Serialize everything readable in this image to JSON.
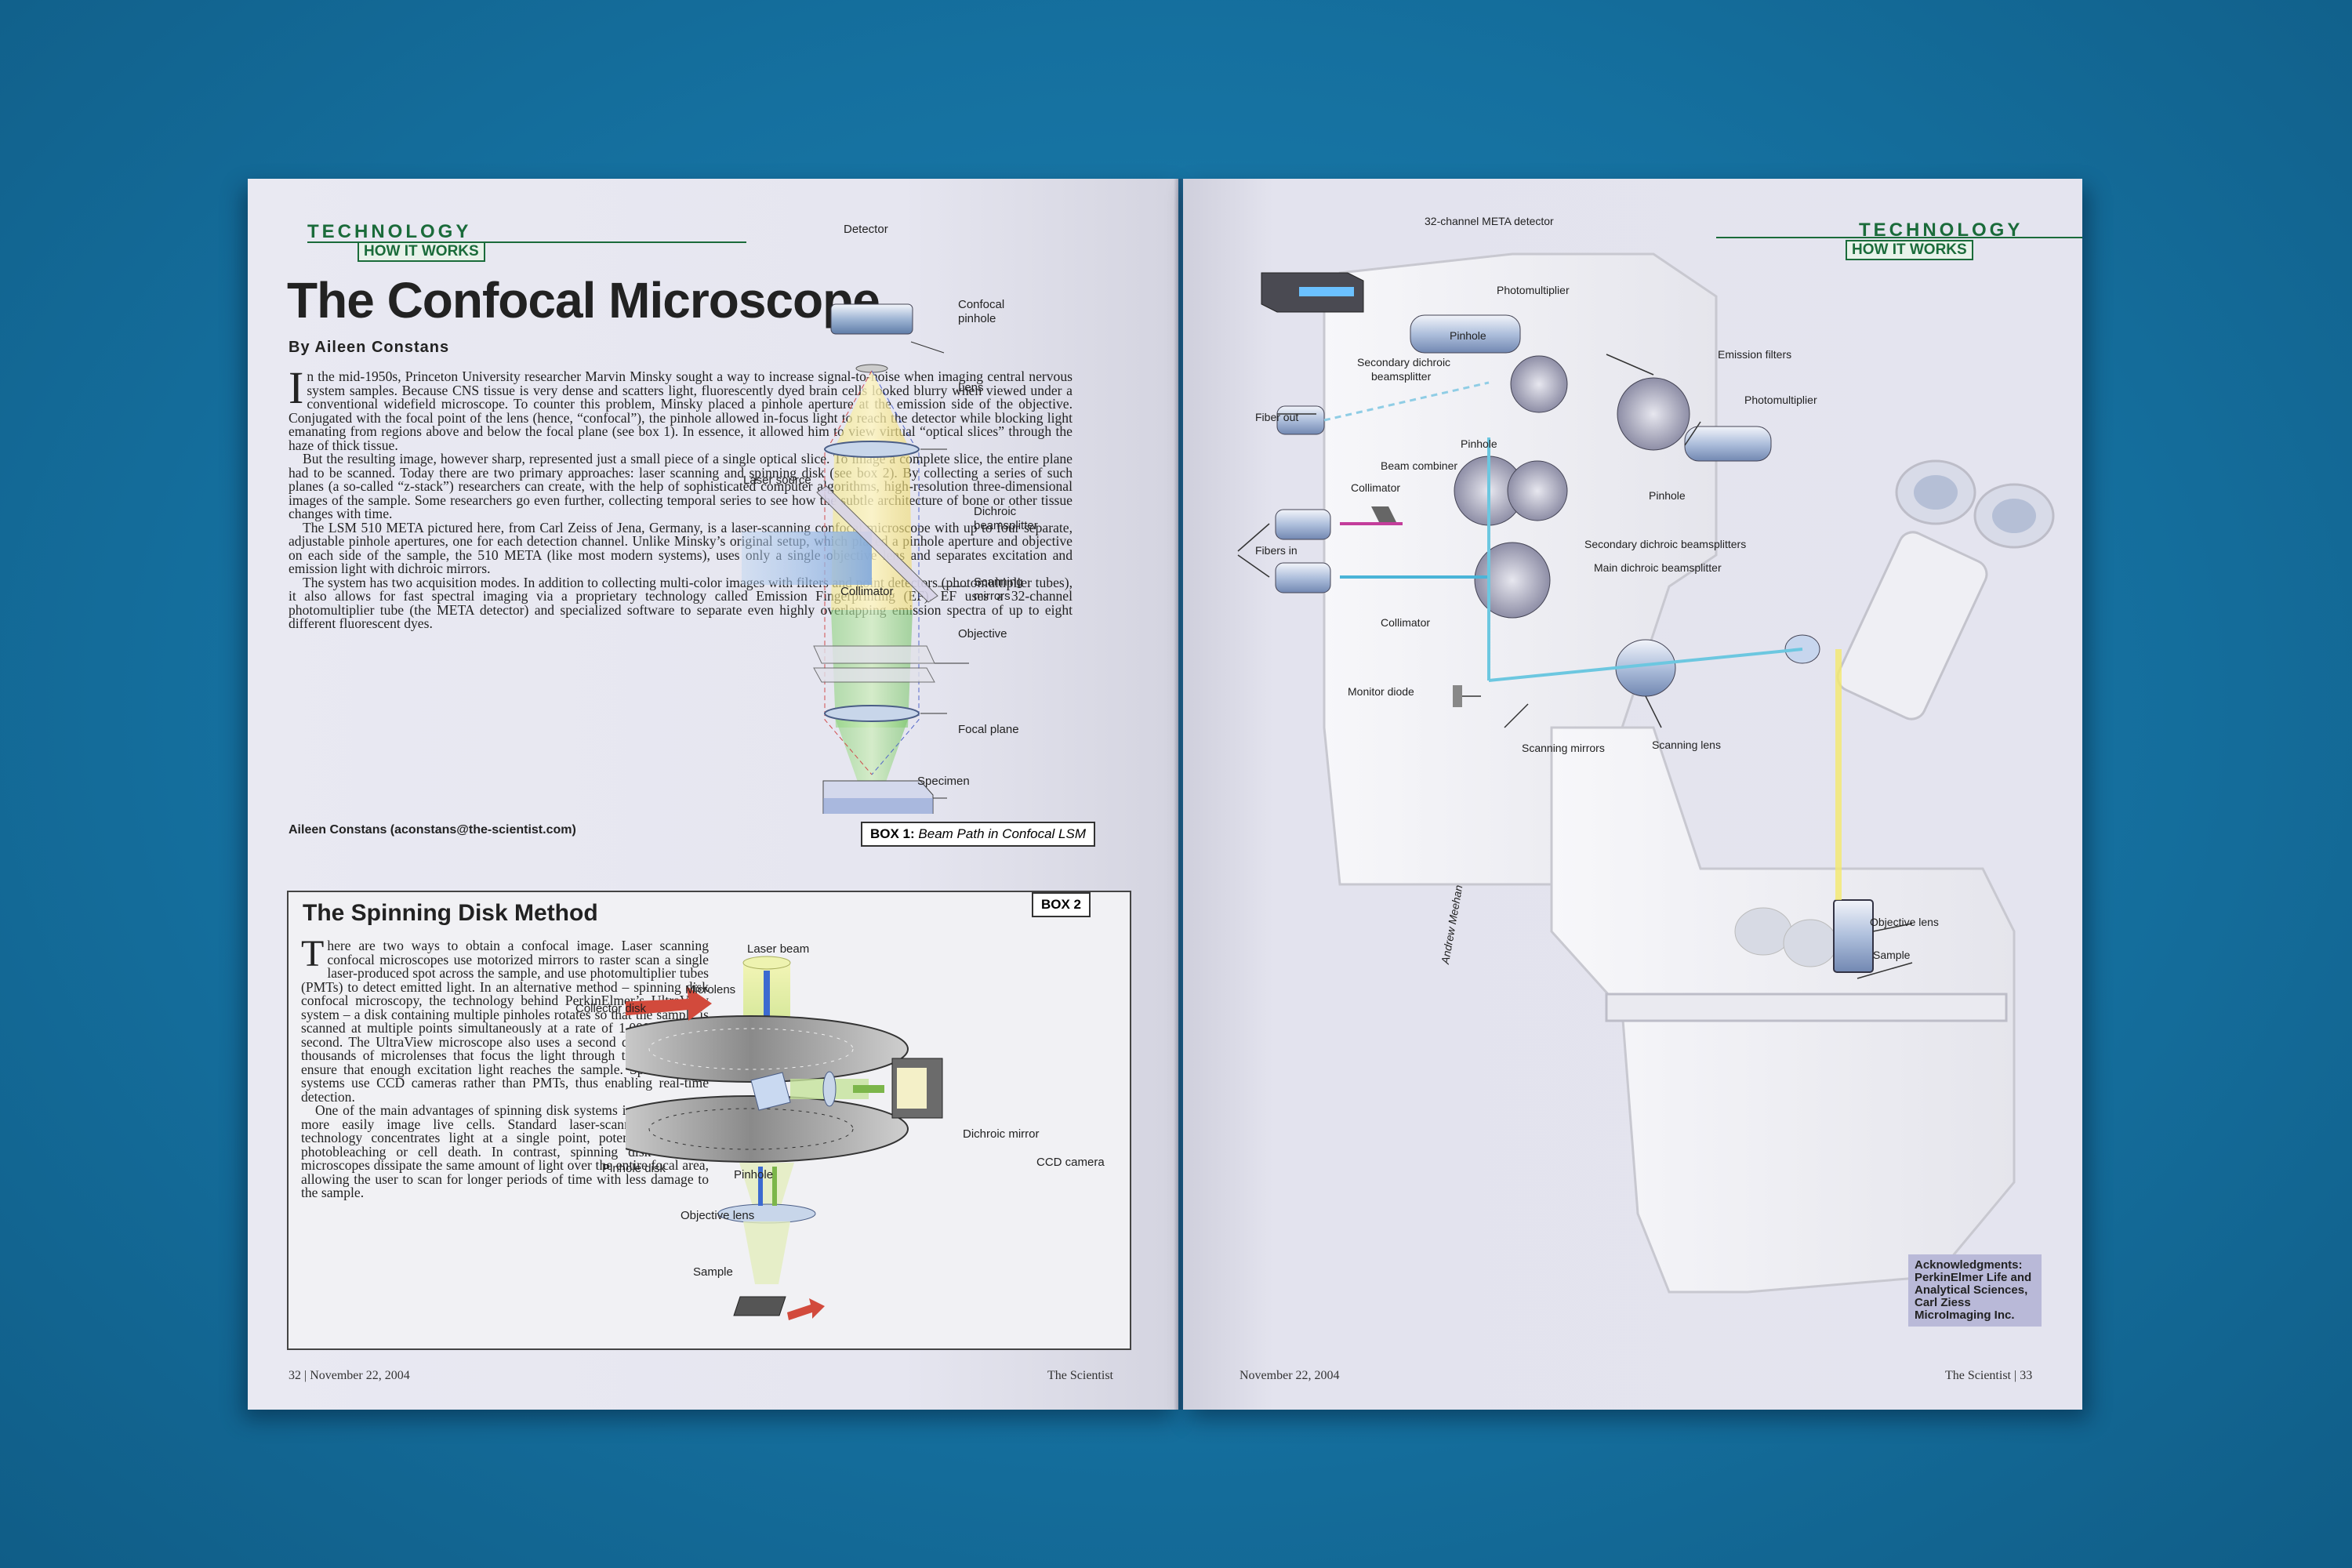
{
  "left": {
    "section": "TECHNOLOGY",
    "subsection": "HOW IT WORKS",
    "title": "The Confocal Microscope",
    "byline": "By Aileen Constans",
    "drop_cap": "I",
    "paragraphs": [
      "n the mid-1950s, Princeton University researcher Marvin Minsky sought a way to increase signal-to-noise when imaging central nervous system samples. Because CNS tissue is very dense and scatters light, fluorescently dyed brain cells looked blurry when viewed under a conventional widefield microscope. To counter this problem, Minsky placed a pinhole aperture at the emission side of the objective. Conjugated with the focal point of the lens (hence, “confocal”), the pinhole allowed in-focus light to reach the detector while blocking light emanating from regions above and below the focal plane (see box 1). In essence, it allowed him to view virtual “optical slices” through the haze of thick tissue.",
      "But the resulting image, however sharp, represented just a small piece of a single optical slice. To image a complete slice, the entire plane had to be scanned. Today there are two primary approaches: laser scanning and spinning disk (see box 2). By collecting a series of such planes (a so-called “z-stack”) researchers can create, with the help of sophisticated computer algorithms, high-resolution three-dimensional images of the sample. Some researchers go even further, collecting temporal series to see how the subtle architecture of bone or other tissue changes with time.",
      "The LSM 510 META pictured here, from Carl Zeiss of Jena, Germany, is a laser-scanning confocal microscope with up to four separate, adjustable pinhole apertures, one for each detection channel. Unlike Minsky’s original setup, which placed a pinhole aperture and objective on each side of the sample, the 510 META (like most modern systems), uses only a single objective lens and separates excitation and emission light with dichroic mirrors.",
      "The system has two acquisition modes. In addition to collecting multi-color images with filters and point detectors (photomultiplier tubes), it also allows for fast spectral imaging via a proprietary technology called Emission Fingerprinting (EF). EF uses a 32-channel photomultiplier tube (the META detector) and specialized software to separate even highly overlapping emission spectra of up to eight different fluorescent dyes."
    ],
    "signature": "Aileen Constans (aconstans@the-scientist.com)",
    "box1_label": "BOX 1:",
    "box1_title": "Beam Path in Confocal LSM",
    "fig1_labels": {
      "detector": "Detector",
      "confocal": "Confocal",
      "pinhole": "pinhole",
      "lens": "Lens",
      "laser_source": "Laser source",
      "dichroic": "Dichroic",
      "beamsplitter": "beamsplitter",
      "collimator": "Collimator",
      "scanning": "Scanning",
      "mirrors": "mirrors",
      "objective": "Objective",
      "focal_plane": "Focal plane",
      "specimen": "Specimen"
    },
    "box2": {
      "title": "The Spinning Disk Method",
      "tag": "BOX 2",
      "drop_cap": "T",
      "paragraphs": [
        "here are two ways to obtain a confocal image. Laser scanning confocal microscopes use motorized mirrors to raster scan a single laser-produced spot across the sample, and use photomultiplier tubes (PMTs) to detect emitted light. In an alternative method – spinning disk confocal microscopy, the technology behind PerkinElmer’s UltraView system – a disk containing multiple pinholes rotates so that the sample is scanned at multiple points simultaneously at a rate of 1,000 scans per second. The UltraView microscope also uses a second disk containing thousands of microlenses that focus the light through the pinholes to ensure that enough excitation light reaches the sample. Spinning disk systems use CCD cameras rather than PMTs, thus enabling real-time detection.",
        "One of the main advantages of spinning disk systems is that they can more easily image live cells. Standard laser-scanning confocal technology concentrates light at a single point, potentially causing photobleaching or cell death. In contrast, spinning disk confocal microscopes dissipate the same amount of light over the entire focal area, allowing the user to scan for longer periods of time with less damage to the sample."
      ],
      "labels": {
        "laser_beam": "Laser beam",
        "microlens": "Microlens",
        "collector_disk": "Collector disk",
        "dichroic_mirror": "Dichroic mirror",
        "ccd_camera": "CCD camera",
        "pinhole_disk": "Pinhole disk",
        "pinhole": "Pinhole",
        "objective_lens": "Objective lens",
        "sample": "Sample"
      }
    },
    "footer_left": "32  |  November 22, 2004",
    "footer_right": "The Scientist"
  },
  "right": {
    "section": "TECHNOLOGY",
    "subsection": "HOW IT WORKS",
    "labels": {
      "meta_detector": "32-channel META detector",
      "photomultiplier_1": "Photomultiplier",
      "pinhole_1": "Pinhole",
      "emission_filters": "Emission filters",
      "secondary_dichroic": "Secondary dichroic",
      "beamsplitter": "beamsplitter",
      "photomultiplier_2": "Photomultiplier",
      "fiber_out": "Fiber out",
      "pinhole_2": "Pinhole",
      "beam_combiner": "Beam combiner",
      "pinhole_3": "Pinhole",
      "collimator_1": "Collimator",
      "fibers_in": "Fibers in",
      "secondary_dichroic_beamsplitters": "Secondary dichroic beamsplitters",
      "main_dichroic_beamsplitter": "Main dichroic beamsplitter",
      "collimator_2": "Collimator",
      "monitor_diode": "Monitor diode",
      "scanning_mirrors": "Scanning mirrors",
      "scanning_lens": "Scanning lens",
      "objective_lens": "Objective lens",
      "sample": "Sample",
      "illustrator": "Andrew Meehan"
    },
    "acknowledgments": [
      "Acknowledgments:",
      "PerkinElmer Life and",
      "Analytical Sciences,",
      "Carl Ziess",
      "MicroImaging Inc."
    ],
    "footer_left": "November 22, 2004",
    "footer_right": "The Scientist  |  33"
  },
  "colors": {
    "background": "#156f9d",
    "section_green": "#1a6b3a",
    "page": "#e6e6f0"
  }
}
